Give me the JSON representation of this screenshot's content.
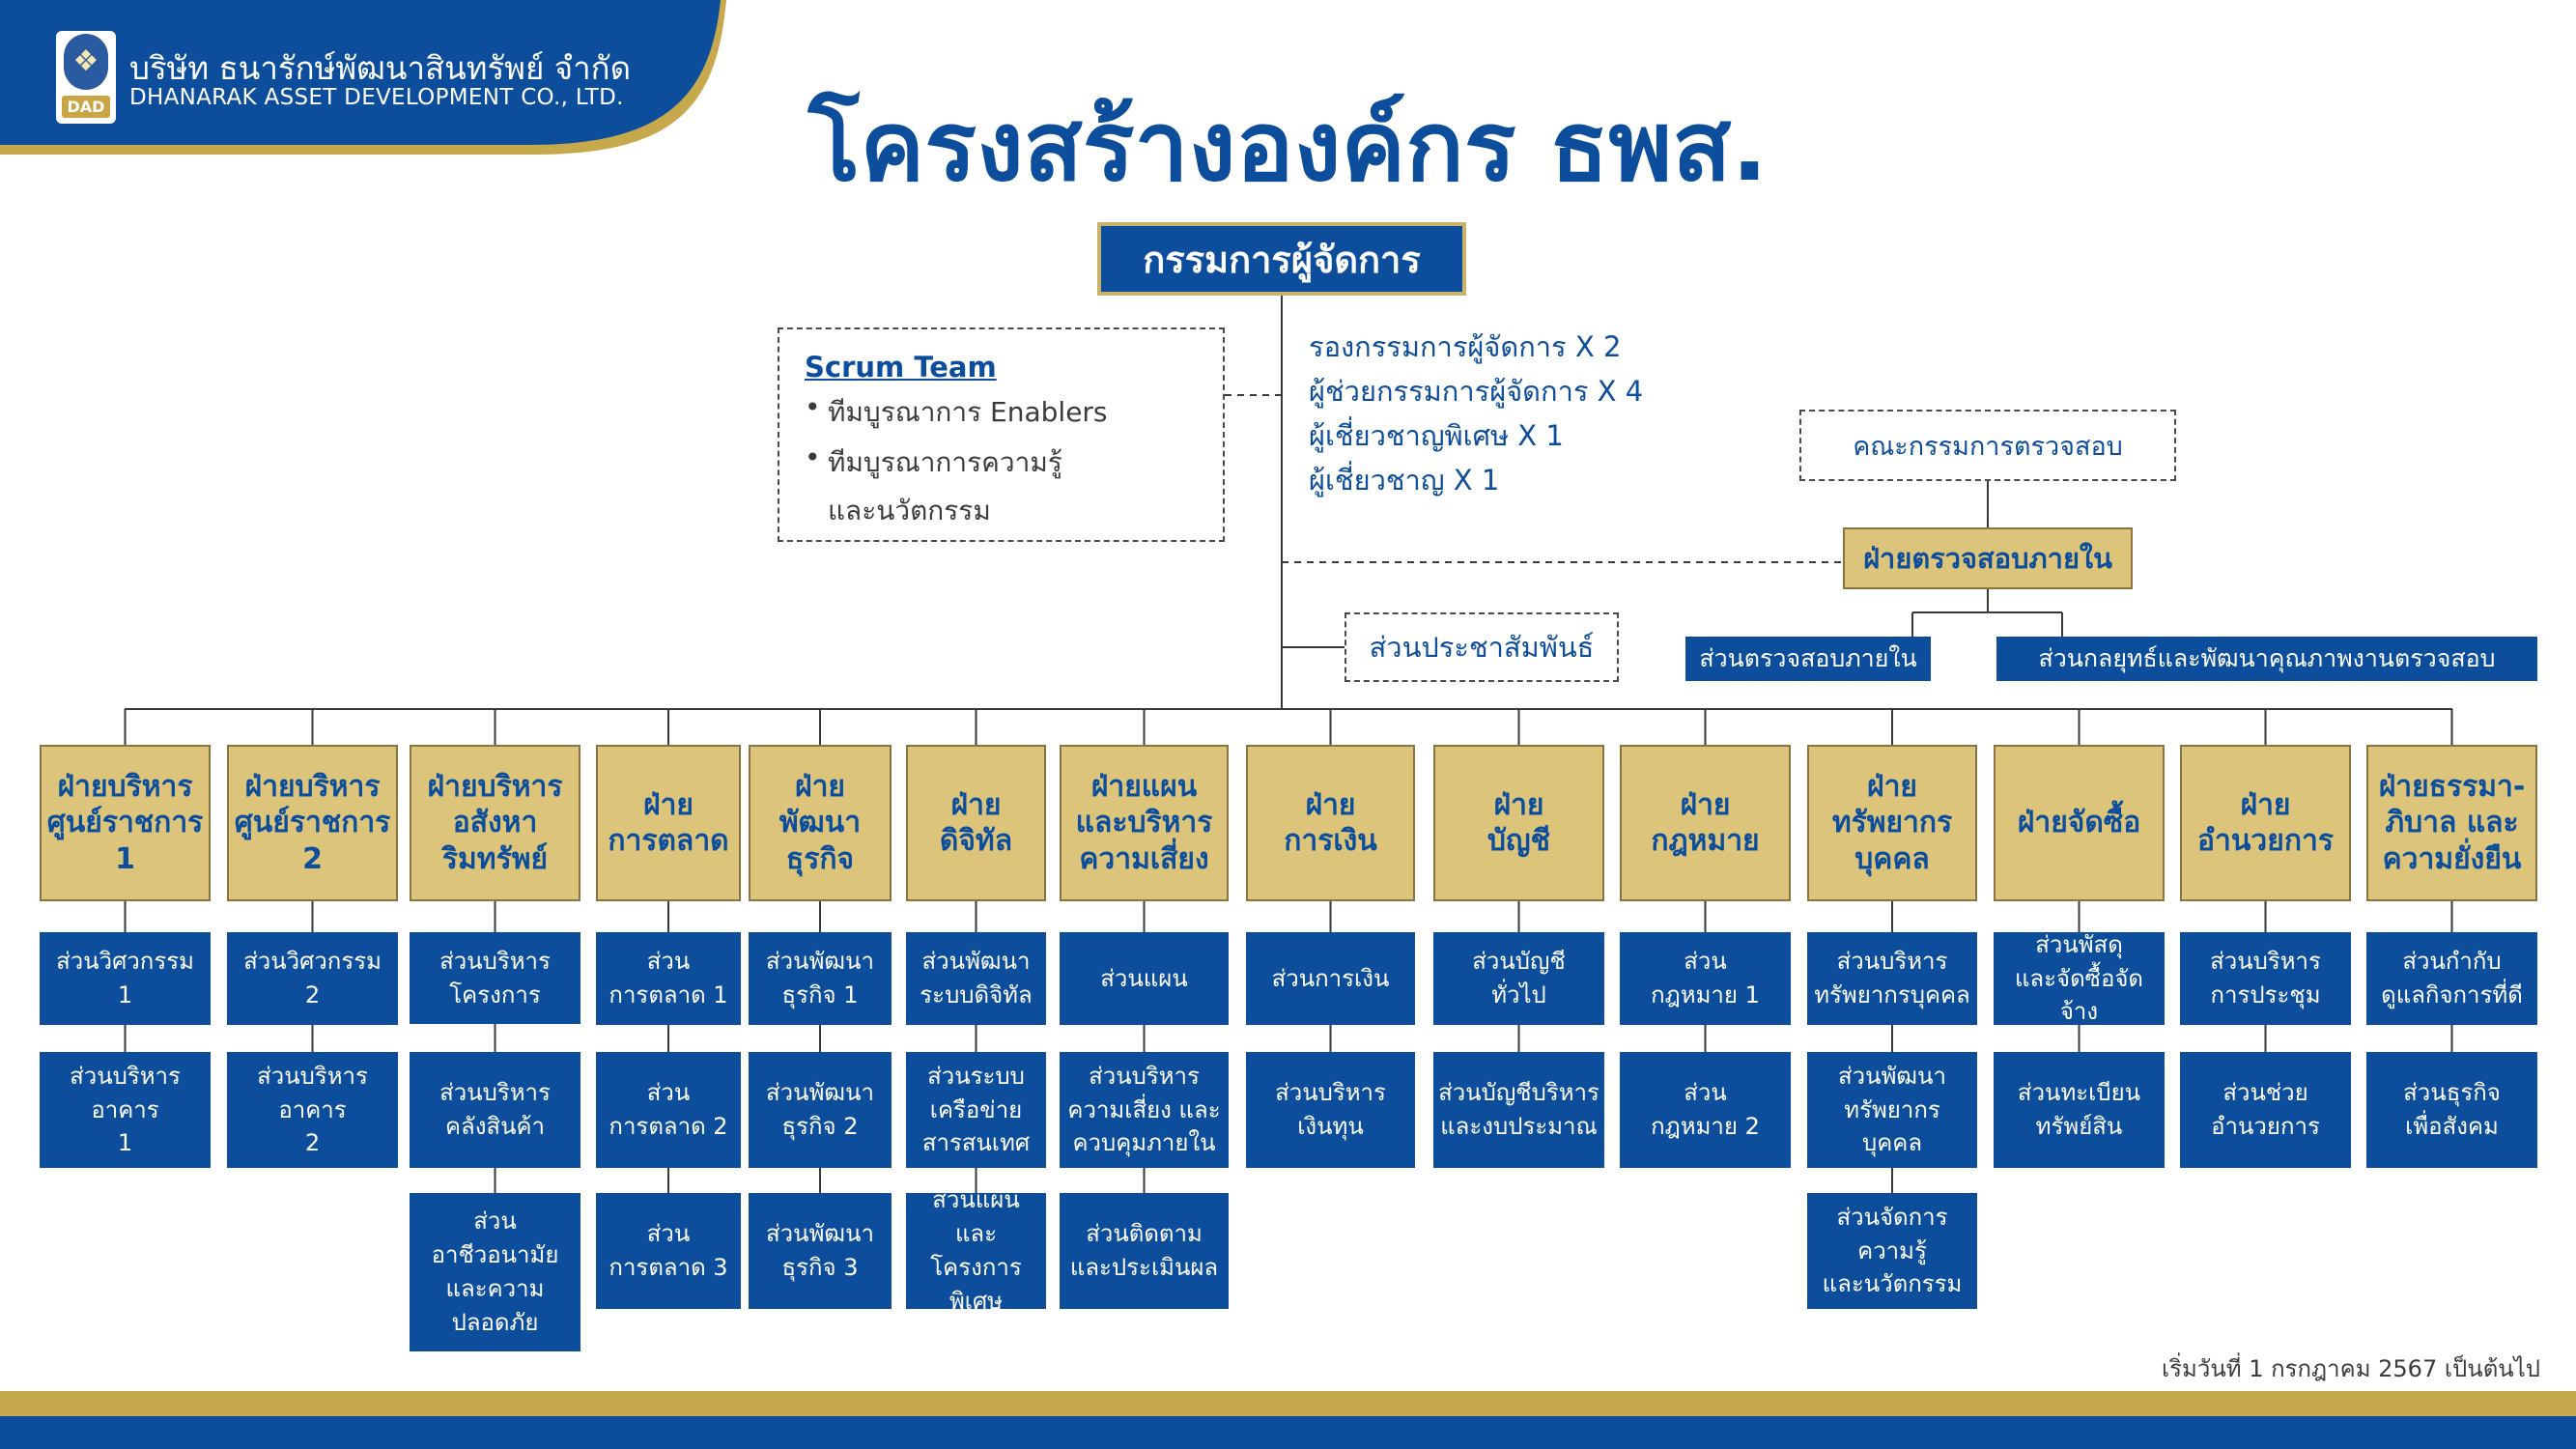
{
  "header": {
    "logo_text": "DAD",
    "company_th": "บริษัท ธนารักษ์พัฒนาสินทรัพย์ จำกัด",
    "company_en": "DHANARAK ASSET DEVELOPMENT CO., LTD.",
    "title": "โครงสร้างองค์กร ธพส."
  },
  "colors": {
    "navy": "#0d4e9c",
    "gold": "#dcc57a",
    "gold_dark": "#c6a94c"
  },
  "top": {
    "md": "กรรมการผู้จัดการ",
    "scrum_team": {
      "title": "Scrum Team",
      "items": [
        "ทีมบูรณาการ Enablers",
        "ทีมบูรณาการความรู้"
      ],
      "item2_cont": "และนวัตกรรม"
    },
    "deputies": [
      "รองกรรมการผู้จัดการ X 2",
      "ผู้ช่วยกรรมการผู้จัดการ X 4",
      "ผู้เชี่ยวชาญพิเศษ X 1",
      "ผู้เชี่ยวชาญ X 1"
    ],
    "audit_committee": "คณะกรรมการตรวจสอบ",
    "internal_audit": "ฝ่ายตรวจสอบภายใน",
    "audit_subs": [
      "ส่วนตรวจสอบภายใน",
      "ส่วนกลยุทธ์และพัฒนาคุณภาพงานตรวจสอบ"
    ],
    "pr": "ส่วนประชาสัมพันธ์"
  },
  "departments": [
    {
      "name": [
        "ฝ่ายบริหาร",
        "ศูนย์ราชการ",
        "1"
      ],
      "units": [
        [
          "ส่วนวิศวกรรม",
          "1"
        ],
        [
          "ส่วนบริหาร",
          "อาคาร",
          "1"
        ]
      ]
    },
    {
      "name": [
        "ฝ่ายบริหาร",
        "ศูนย์ราชการ",
        "2"
      ],
      "units": [
        [
          "ส่วนวิศวกรรม",
          "2"
        ],
        [
          "ส่วนบริหาร",
          "อาคาร",
          "2"
        ]
      ]
    },
    {
      "name": [
        "ฝ่ายบริหาร",
        "อสังหา",
        "ริมทรัพย์"
      ],
      "units": [
        [
          "ส่วนบริหาร",
          "โครงการ"
        ],
        [
          "ส่วนบริหาร",
          "คลังสินค้า"
        ],
        [
          "ส่วน",
          "อาชีวอนามัย",
          "และความ",
          "ปลอดภัย"
        ]
      ]
    },
    {
      "name": [
        "ฝ่าย",
        "การตลาด"
      ],
      "units": [
        [
          "ส่วน",
          "การตลาด 1"
        ],
        [
          "ส่วน",
          "การตลาด 2"
        ],
        [
          "ส่วน",
          "การตลาด 3"
        ]
      ]
    },
    {
      "name": [
        "ฝ่าย",
        "พัฒนา",
        "ธุรกิจ"
      ],
      "units": [
        [
          "ส่วนพัฒนา",
          "ธุรกิจ 1"
        ],
        [
          "ส่วนพัฒนา",
          "ธุรกิจ 2"
        ],
        [
          "ส่วนพัฒนา",
          "ธุรกิจ 3"
        ]
      ]
    },
    {
      "name": [
        "ฝ่าย",
        "ดิจิทัล"
      ],
      "units": [
        [
          "ส่วนพัฒนา",
          "ระบบดิจิทัล"
        ],
        [
          "ส่วนระบบ",
          "เครือข่าย",
          "สารสนเทศ"
        ],
        [
          "ส่วนแผน",
          "และโครงการ",
          "พิเศษ"
        ]
      ]
    },
    {
      "name": [
        "ฝ่ายแผน",
        "และบริหาร",
        "ความเสี่ยง"
      ],
      "units": [
        [
          "ส่วนแผน"
        ],
        [
          "ส่วนบริหาร",
          "ความเสี่ยง และ",
          "ควบคุมภายใน"
        ],
        [
          "ส่วนติดตาม",
          "และประเมินผล"
        ]
      ]
    },
    {
      "name": [
        "ฝ่าย",
        "การเงิน"
      ],
      "units": [
        [
          "ส่วนการเงิน"
        ],
        [
          "ส่วนบริหาร",
          "เงินทุน"
        ]
      ]
    },
    {
      "name": [
        "ฝ่าย",
        "บัญชี"
      ],
      "units": [
        [
          "ส่วนบัญชี",
          "ทั่วไป"
        ],
        [
          "ส่วนบัญชีบริหาร",
          "และงบประมาณ"
        ]
      ]
    },
    {
      "name": [
        "ฝ่าย",
        "กฎหมาย"
      ],
      "units": [
        [
          "ส่วน",
          "กฎหมาย 1"
        ],
        [
          "ส่วน",
          "กฎหมาย 2"
        ]
      ]
    },
    {
      "name": [
        "ฝ่าย",
        "ทรัพยากร",
        "บุคคล"
      ],
      "units": [
        [
          "ส่วนบริหาร",
          "ทรัพยากรบุคคล"
        ],
        [
          "ส่วนพัฒนา",
          "ทรัพยากร",
          "บุคคล"
        ],
        [
          "ส่วนจัดการ",
          "ความรู้",
          "และนวัตกรรม"
        ]
      ]
    },
    {
      "name": [
        "ฝ่ายจัดซื้อ"
      ],
      "units": [
        [
          "ส่วนพัสดุ",
          "และจัดซื้อจัดจ้าง"
        ],
        [
          "ส่วนทะเบียน",
          "ทรัพย์สิน"
        ]
      ]
    },
    {
      "name": [
        "ฝ่าย",
        "อำนวยการ"
      ],
      "units": [
        [
          "ส่วนบริหาร",
          "การประชุม"
        ],
        [
          "ส่วนช่วย",
          "อำนวยการ"
        ]
      ]
    },
    {
      "name": [
        "ฝ่ายธรรมา-",
        "ภิบาล และ",
        "ความยั่งยืน"
      ],
      "units": [
        [
          "ส่วนกำกับ",
          "ดูแลกิจการที่ดี"
        ],
        [
          "ส่วนธุรกิจ",
          "เพื่อสังคม"
        ]
      ]
    }
  ],
  "footnote": "เริ่มวันที่ 1 กรกฎาคม 2567 เป็นต้นไป"
}
